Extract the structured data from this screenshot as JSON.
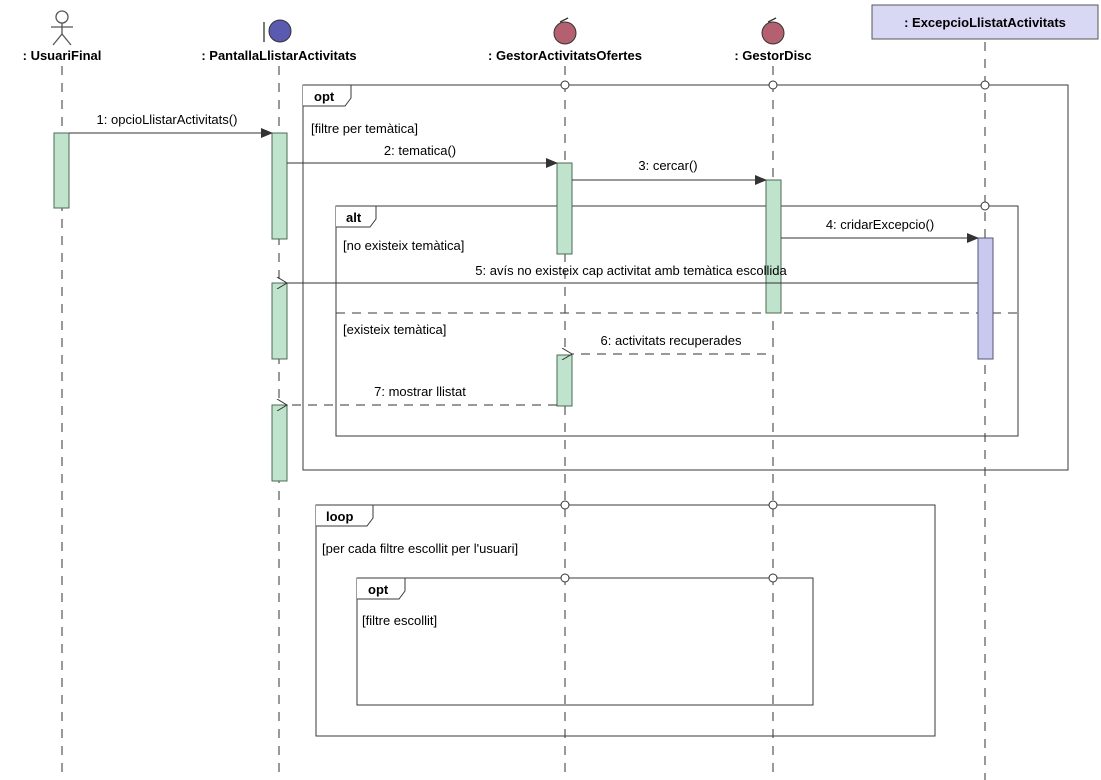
{
  "colors": {
    "activation": "#bfe3cc",
    "activation_stroke": "#4b6b55",
    "exception_activation": "#c9c9ef",
    "exception_stroke": "#55557a",
    "entity": "#b56070",
    "boundary": "#5a5ab0",
    "exception_header": "#d8d8f5",
    "frame_stroke": "#3a3a3a",
    "lifeline": "#333333"
  },
  "participants": [
    {
      "name": ": UsuariFinal",
      "kind": "actor-icon"
    },
    {
      "name": ": PantallaLlistarActivitats",
      "kind": "boundary-icon"
    },
    {
      "name": ": GestorActivitatsOfertes",
      "kind": "entity-icon"
    },
    {
      "name": ": GestorDisc",
      "kind": "entity-icon"
    },
    {
      "name": ": ExcepcioLlistatActivitats",
      "kind": "class-box"
    }
  ],
  "messages": [
    {
      "label": "1: opcioLlistarActivitats()",
      "type": "sync"
    },
    {
      "label": "2: tematica()",
      "type": "sync"
    },
    {
      "label": "3: cercar()",
      "type": "sync"
    },
    {
      "label": "4: cridarExcepcio()",
      "type": "sync"
    },
    {
      "label": "5: avís no existeix cap activitat amb temàtica escollida",
      "type": "return"
    },
    {
      "label": "6: activitats recuperades",
      "type": "return"
    },
    {
      "label": "7: mostrar llistat",
      "type": "return"
    }
  ],
  "fragments": [
    {
      "operator": "opt",
      "guard": "[filtre per temàtica]"
    },
    {
      "operator": "alt",
      "guards": [
        "[no existeix temàtica]",
        "[existeix temàtica]"
      ]
    },
    {
      "operator": "loop",
      "guard": "[per cada filtre escollit per l'usuari]"
    },
    {
      "operator": "opt",
      "guard": "[filtre escollit]"
    }
  ]
}
